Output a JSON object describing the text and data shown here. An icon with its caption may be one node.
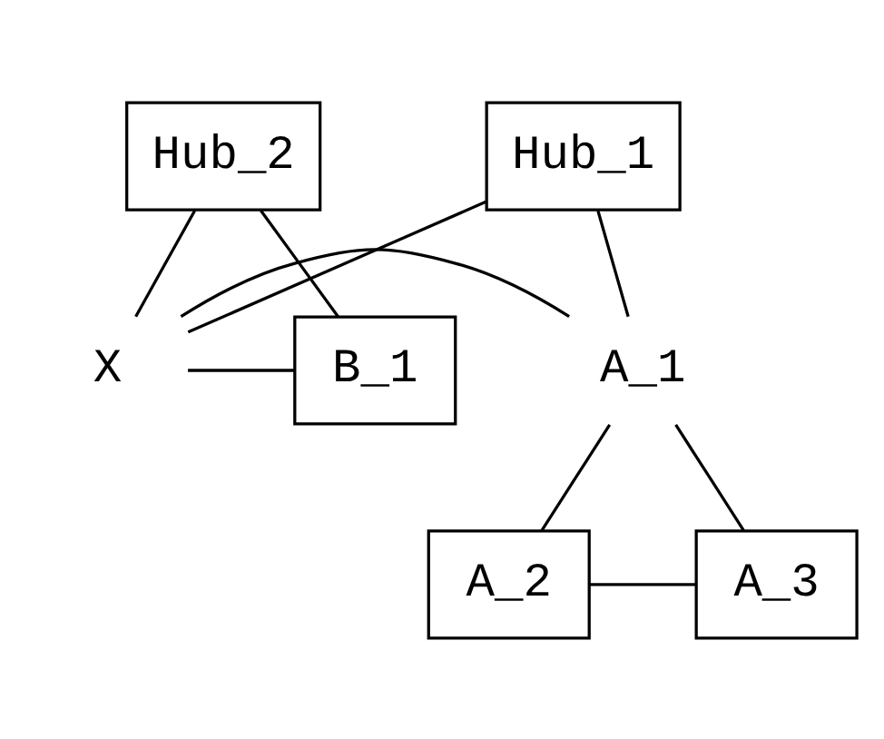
{
  "diagram": {
    "nodes": [
      {
        "text": [
          "Hub_1"
        ]
      },
      {
        "text": [
          "Hub_2"
        ]
      },
      {
        "text": [
          "X"
        ]
      },
      {
        "text": [
          "A_1"
        ]
      },
      {
        "text": [
          "B_1"
        ]
      },
      {
        "text": [
          "A_2"
        ]
      },
      {
        "text": [
          "A_3"
        ]
      }
    ],
    "edges": [
      {
        "from": 0,
        "to": 3,
        "arrow": "none"
      },
      {
        "from": 1,
        "to": 4,
        "arrow": "none"
      },
      {
        "from": 0,
        "to": 2,
        "arrow": "none"
      },
      {
        "from": 1,
        "to": 2,
        "arrow": "none"
      },
      {
        "from": 2,
        "to": 3,
        "arrow": "none"
      },
      {
        "from": 2,
        "to": 4,
        "arrow": "none"
      },
      {
        "from": 3,
        "to": 5,
        "arrow": "none"
      },
      {
        "from": 3,
        "to": 6,
        "arrow": "none"
      },
      {
        "from": 5,
        "to": 6,
        "arrow": "none"
      }
    ]
  }
}
